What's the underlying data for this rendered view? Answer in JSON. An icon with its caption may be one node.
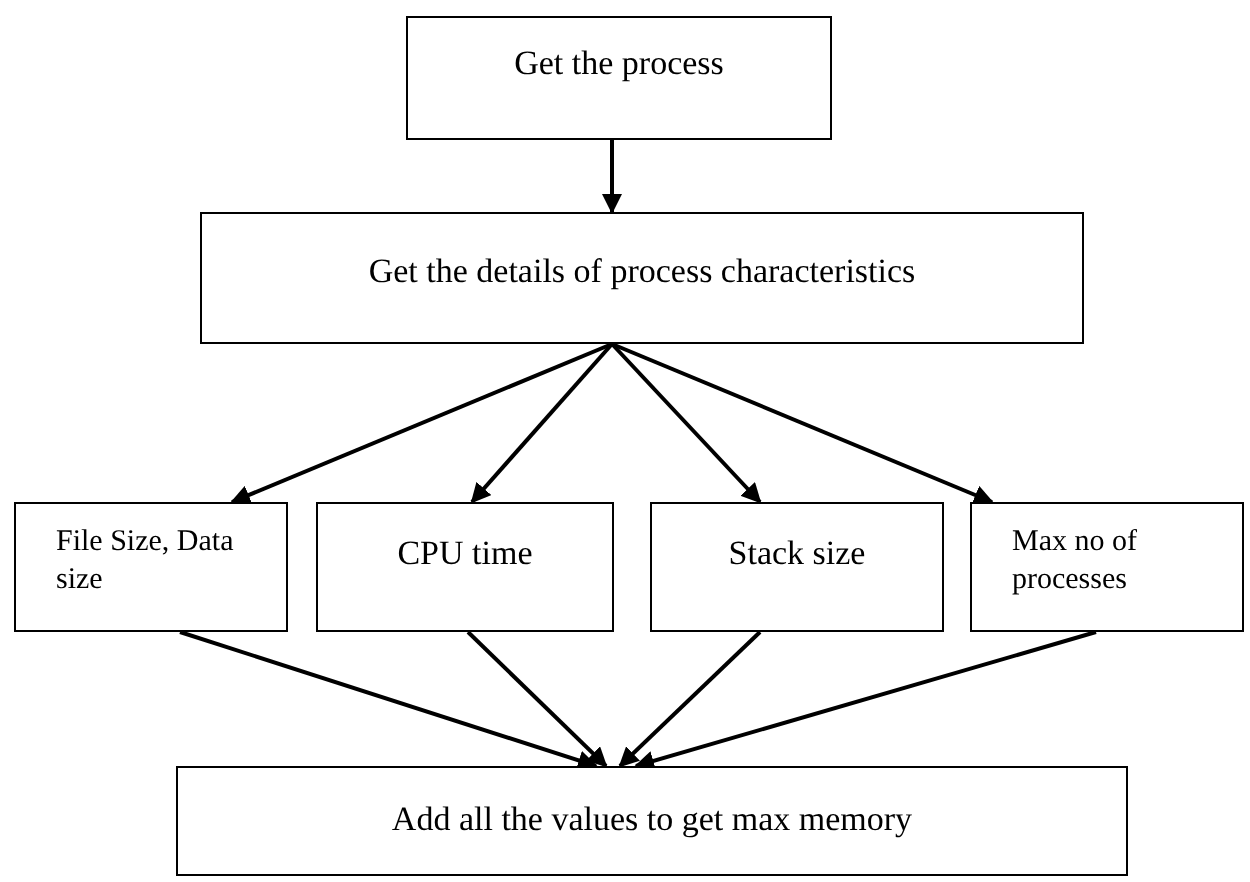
{
  "diagram": {
    "nodes": [
      {
        "text": [
          "Get the process"
        ]
      },
      {
        "text": [
          "Get the details of process characteristics"
        ]
      },
      {
        "text": [
          "File Size, Data size"
        ]
      },
      {
        "text": [
          "CPU time"
        ]
      },
      {
        "text": [
          "Stack size"
        ]
      },
      {
        "text": [
          "Max no of processes"
        ]
      },
      {
        "text": [
          "Add all the values to get max memory"
        ]
      }
    ],
    "edges": [
      {
        "from": 0,
        "to": 1,
        "arrow": "to"
      },
      {
        "from": 1,
        "to": 2,
        "arrow": "to"
      },
      {
        "from": 1,
        "to": 3,
        "arrow": "to"
      },
      {
        "from": 1,
        "to": 4,
        "arrow": "to"
      },
      {
        "from": 1,
        "to": 5,
        "arrow": "to"
      },
      {
        "from": 2,
        "to": 6,
        "arrow": "to"
      },
      {
        "from": 3,
        "to": 6,
        "arrow": "to"
      },
      {
        "from": 4,
        "to": 6,
        "arrow": "to"
      },
      {
        "from": 5,
        "to": 6,
        "arrow": "to"
      }
    ]
  }
}
